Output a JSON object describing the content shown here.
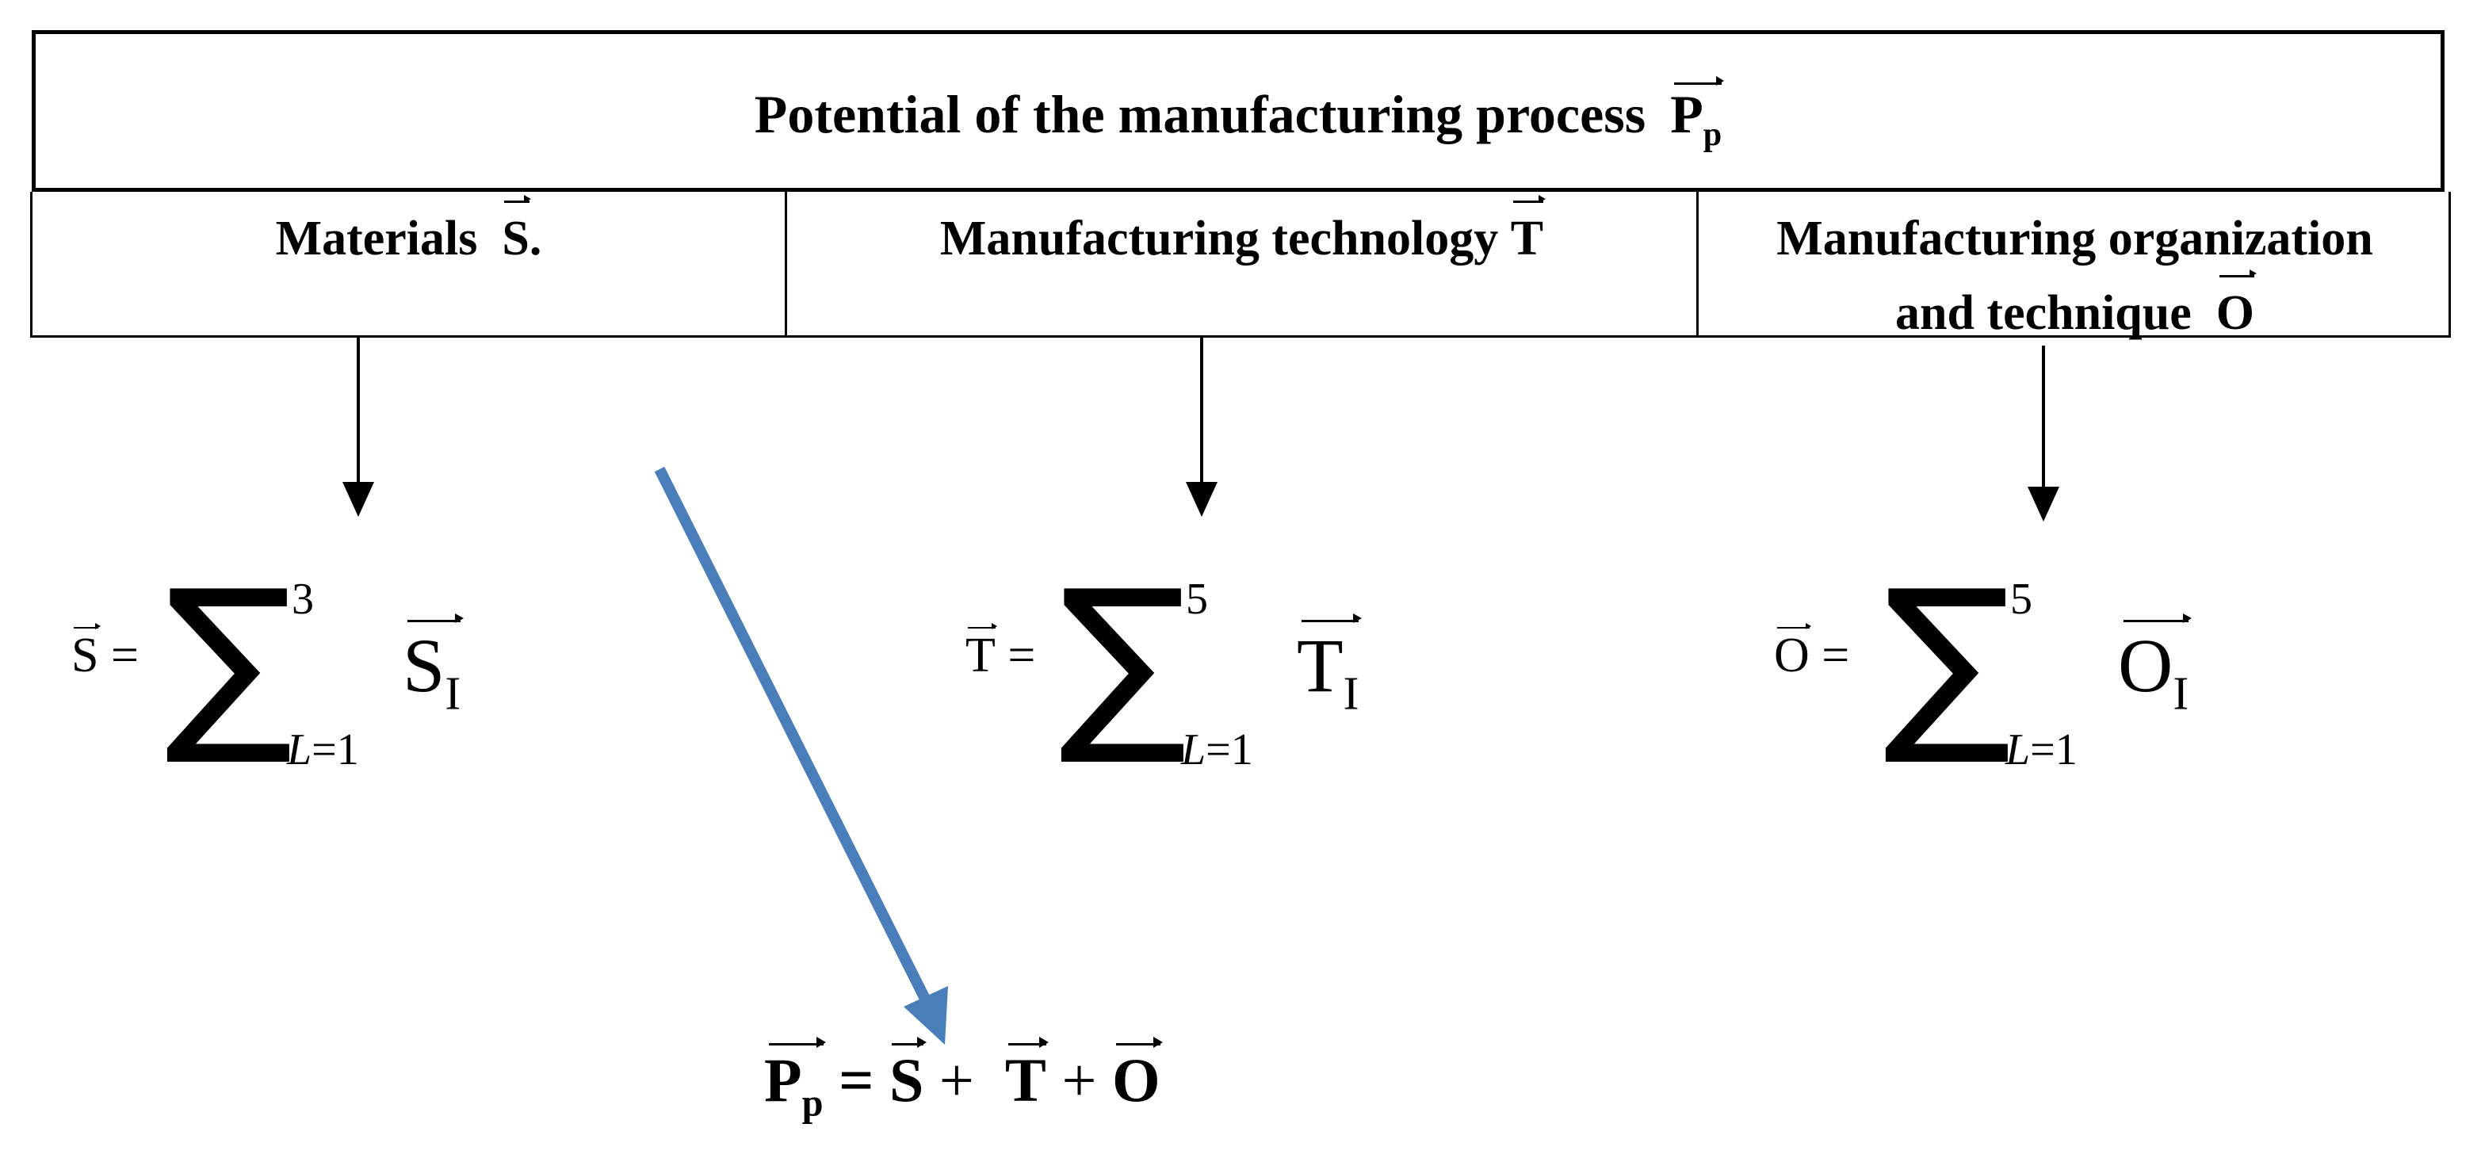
{
  "header": {
    "title": "Potential of the manufacturing process",
    "title_symbol": "P",
    "title_symbol_sub": "p"
  },
  "factors": [
    {
      "label": "Materials",
      "symbol": "S",
      "suffix": "."
    },
    {
      "label": "Manufacturing technology",
      "symbol": "T",
      "suffix": ""
    },
    {
      "label_line1": "Manufacturing organization",
      "label_line2": "and technique",
      "symbol": "O"
    }
  ],
  "formulas": [
    {
      "lhs": "S",
      "equals": "=",
      "upper": "3",
      "lower_var": "L",
      "lower_rest": "=1",
      "term": "S",
      "term_sub": "I"
    },
    {
      "lhs": "T",
      "equals": "=",
      "upper": "5",
      "lower_var": "L",
      "lower_rest": "=1",
      "term": "T",
      "term_sub": "I"
    },
    {
      "lhs": "O",
      "equals": "=",
      "upper": "5",
      "lower_var": "L",
      "lower_rest": "=1",
      "term": "O",
      "term_sub": "I"
    }
  ],
  "total": {
    "lhs": "P",
    "lhs_sub": "p",
    "equals": "=",
    "terms": [
      "S",
      "T",
      "O"
    ],
    "plus": "+"
  },
  "colors": {
    "line": "#000000",
    "accent_arrow": "#4a7ebb"
  }
}
